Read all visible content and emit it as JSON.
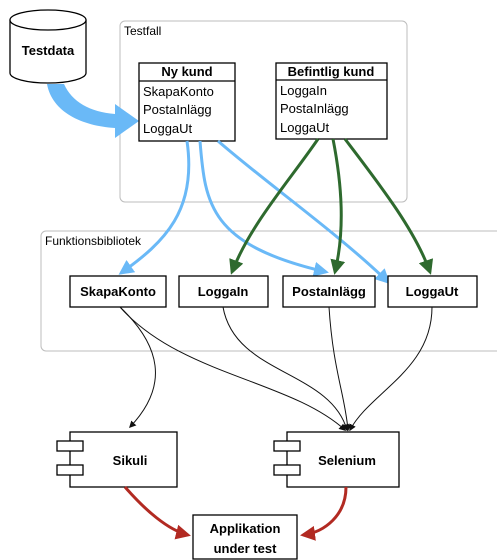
{
  "database": {
    "label": "Testdata"
  },
  "testfall": {
    "title": "Testfall",
    "ny_kund": {
      "title": "Ny kund",
      "steps": [
        "SkapaKonto",
        "PostaInlägg",
        "LoggaUt"
      ]
    },
    "befintlig_kund": {
      "title": "Befintlig kund",
      "steps": [
        "LoggaIn",
        "PostaInlägg",
        "LoggaUt"
      ]
    }
  },
  "funktionsbibliotek": {
    "title": "Funktionsbibliotek",
    "functions": [
      "SkapaKonto",
      "LoggaIn",
      "PostaInlägg",
      "LoggaUt"
    ]
  },
  "tools": {
    "sikuli": "Sikuli",
    "selenium": "Selenium"
  },
  "target": {
    "line1": "Applikation",
    "line2": "under test"
  },
  "colors": {
    "blue_arrow": "#6ab9f7",
    "green_arrow": "#2e6a2e",
    "red_arrow": "#b22a22",
    "black_arrow": "#111111",
    "group_border": "#bdbdbd"
  }
}
